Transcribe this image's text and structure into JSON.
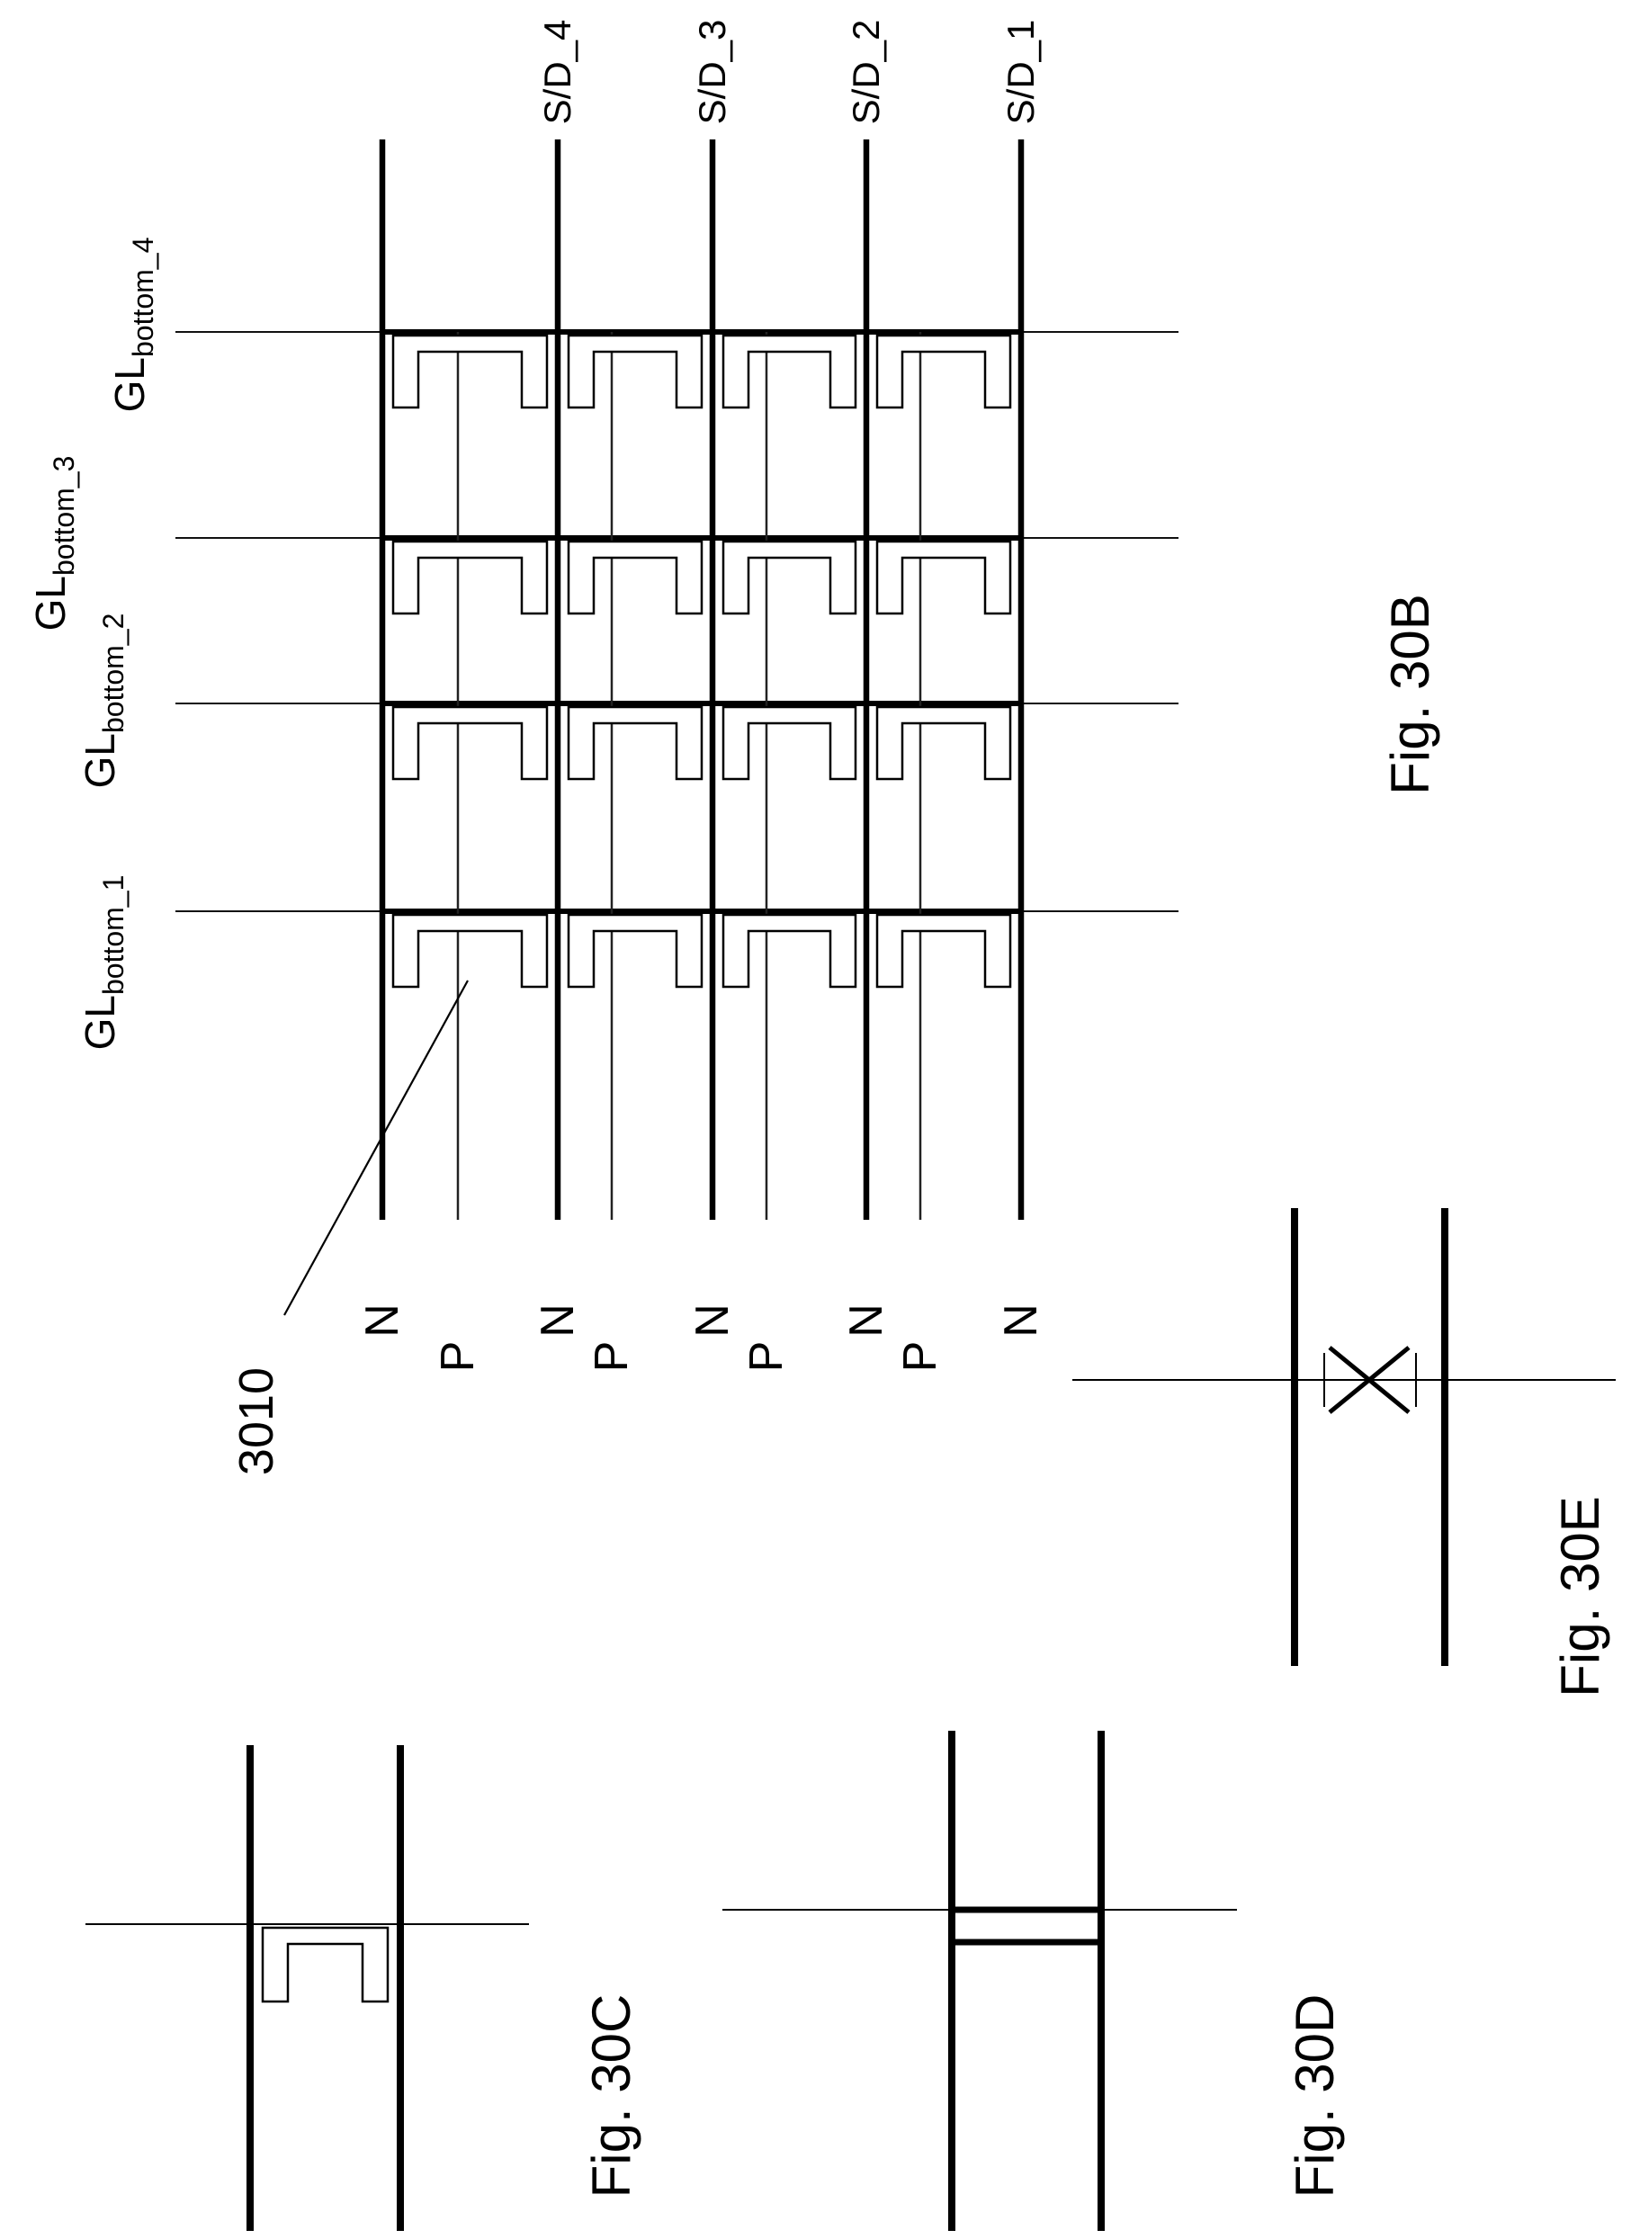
{
  "diagram": {
    "callout_number": "3010",
    "sd_labels": [
      "S/D_4",
      "S/D_3",
      "S/D_2",
      "S/D_1"
    ],
    "gl_labels": [
      {
        "main": "GL",
        "sub": "bottom_4"
      },
      {
        "main": "GL",
        "sub": "bottom_3"
      },
      {
        "main": "GL",
        "sub": "bottom_2"
      },
      {
        "main": "GL",
        "sub": "bottom_1"
      }
    ],
    "np_labels": [
      "N",
      "P",
      "N",
      "P",
      "N",
      "P",
      "N",
      "P",
      "N"
    ],
    "fig_labels": {
      "b": "Fig. 30B",
      "c": "Fig. 30C",
      "d": "Fig. 30D",
      "e": "Fig. 30E"
    },
    "colors": {
      "line": "#000000",
      "thin_line": "#222222",
      "background": "#ffffff"
    }
  }
}
